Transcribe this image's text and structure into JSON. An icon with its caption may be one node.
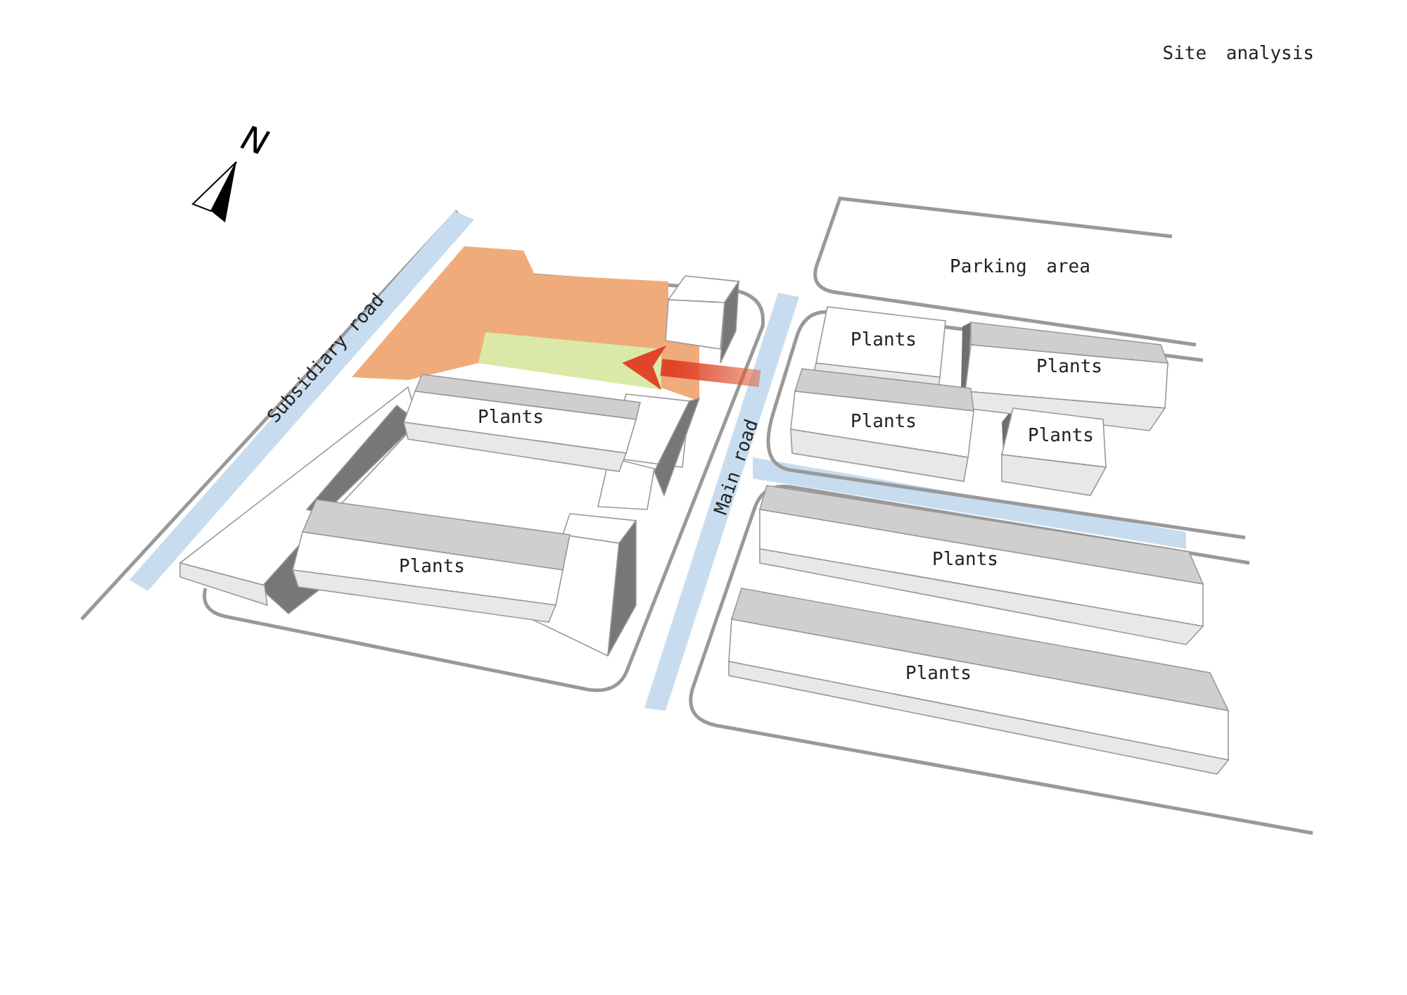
{
  "diagram": {
    "title": "Site analysis",
    "nodes": [
      {
        "text": [
          "Parking area"
        ]
      },
      {
        "text": [
          "Plants"
        ]
      },
      {
        "text": [
          "Subsidiary road"
        ]
      },
      {
        "text": [
          "Plants"
        ]
      },
      {
        "text": [
          "Plants"
        ]
      },
      {
        "text": [
          "Plants"
        ]
      },
      {
        "text": [
          "Plants"
        ]
      },
      {
        "text": [
          "Main road"
        ]
      },
      {
        "text": [
          "Plants"
        ]
      },
      {
        "text": [
          "Plants"
        ]
      },
      {
        "text": [
          "Plants"
        ]
      },
      {
        "text": [],
        "shape": "box"
      }
    ],
    "edges": [
      {
        "from": 7,
        "to": 11,
        "arrow": "to"
      }
    ],
    "labels": [
      "N"
    ]
  }
}
